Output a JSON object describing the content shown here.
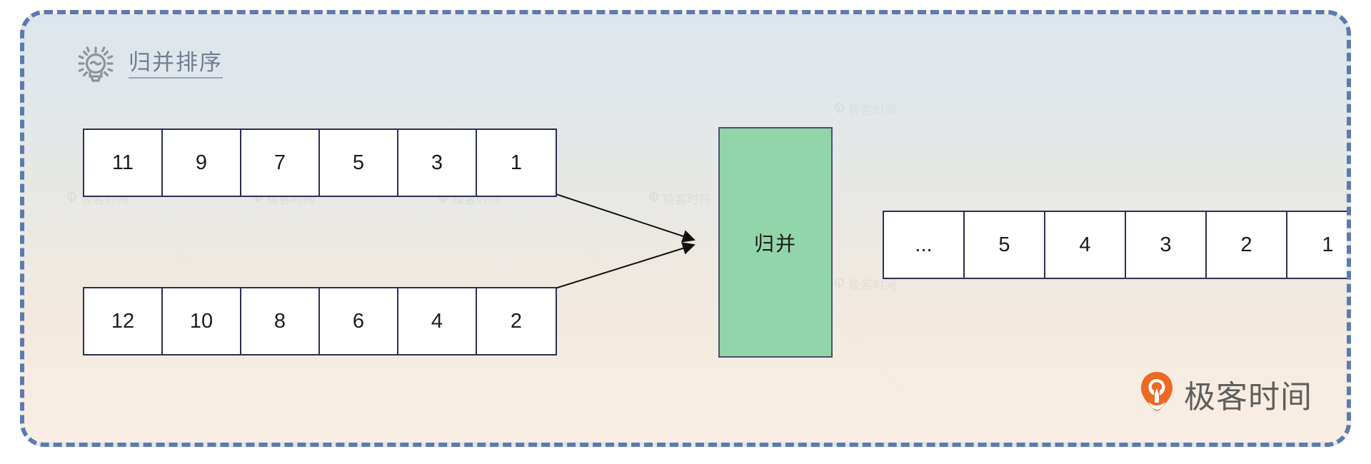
{
  "header": {
    "icon": "lightbulb-icon",
    "title": "归并排序"
  },
  "diagram": {
    "type": "merge-sort-illustration",
    "arrays": [
      {
        "id": "array-top",
        "name": "input-array-top",
        "values": [
          "11",
          "9",
          "7",
          "5",
          "3",
          "1"
        ]
      },
      {
        "id": "array-bottom",
        "name": "input-array-bottom",
        "values": [
          "12",
          "10",
          "8",
          "6",
          "4",
          "2"
        ]
      },
      {
        "id": "array-result",
        "name": "output-array-merged",
        "values": [
          "...",
          "5",
          "4",
          "3",
          "2",
          "1"
        ]
      }
    ],
    "process_box": {
      "label": "归并",
      "fill_color": "#92d5a8",
      "border_color": "#49516d"
    },
    "arrows": [
      {
        "from": "input-array-top",
        "to": "process-box"
      },
      {
        "from": "input-array-bottom",
        "to": "process-box"
      }
    ]
  },
  "brand": {
    "name": "极客时间",
    "accent_color": "#ec6a23"
  },
  "watermark": {
    "text": "极客时间"
  },
  "style": {
    "frame_border_color": "#5b7bb0",
    "cell_border_color": "#2b3054",
    "title_color": "#6f7e92"
  }
}
